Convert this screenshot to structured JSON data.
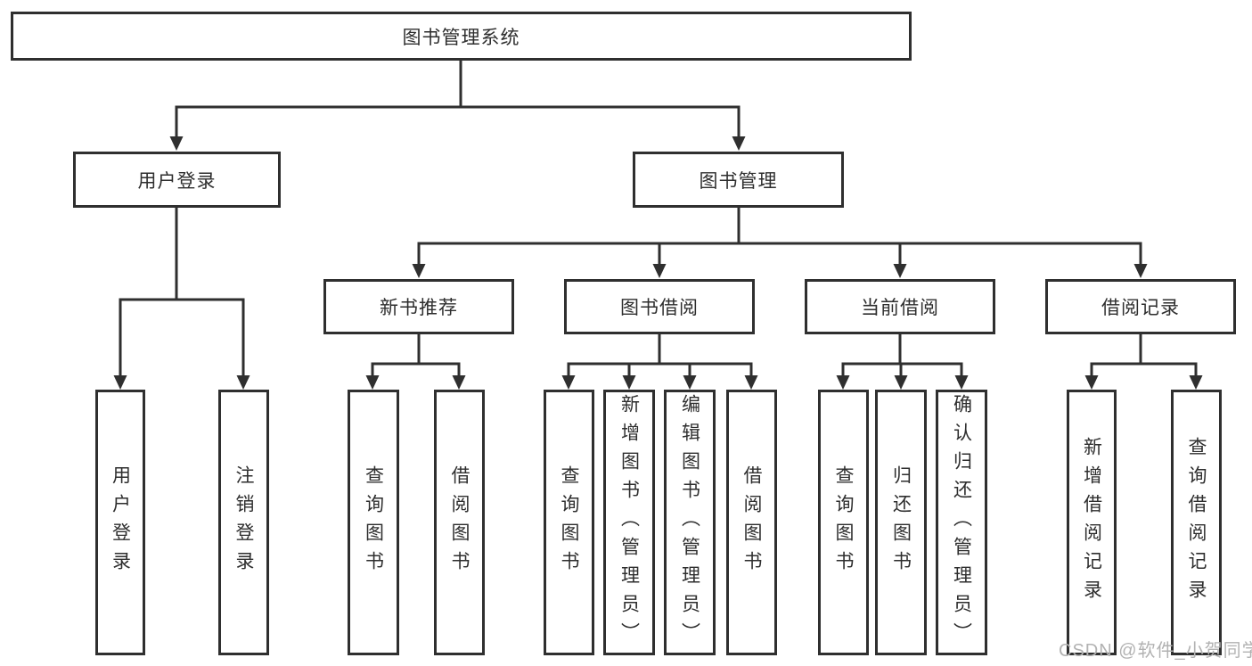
{
  "colors": {
    "background": "#ffffff",
    "line": "#2f2f2f",
    "text": "#2e2e2e",
    "watermark": "#b2b2b2"
  },
  "watermark": {
    "text": "CSDN @软件_小贺同学"
  },
  "tree": {
    "root": {
      "label": "图书管理系统"
    },
    "branches": [
      {
        "label": "用户登录",
        "children": [
          {
            "label": "用户登录"
          },
          {
            "label": "注销登录"
          }
        ]
      },
      {
        "label": "图书管理",
        "sections": [
          {
            "label": "新书推荐",
            "children": [
              {
                "label": "查询图书"
              },
              {
                "label": "借阅图书"
              }
            ]
          },
          {
            "label": "图书借阅",
            "children": [
              {
                "label": "查询图书"
              },
              {
                "label": "新增图书（管理员）"
              },
              {
                "label": "编辑图书（管理员）"
              },
              {
                "label": "借阅图书"
              }
            ]
          },
          {
            "label": "当前借阅",
            "children": [
              {
                "label": "查询图书"
              },
              {
                "label": "归还图书"
              },
              {
                "label": "确认归还（管理员）"
              }
            ]
          },
          {
            "label": "借阅记录",
            "children": [
              {
                "label": "新增借阅记录"
              },
              {
                "label": "查询借阅记录"
              }
            ]
          }
        ]
      }
    ]
  }
}
